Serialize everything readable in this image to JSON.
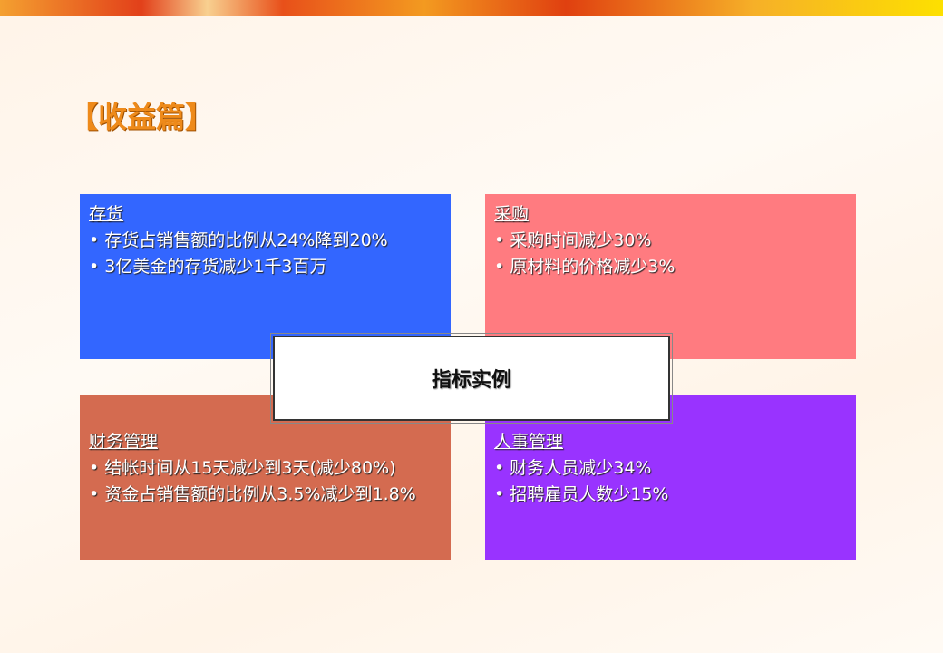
{
  "title": "【收益篇】",
  "center": "指标实例",
  "boxes": [
    {
      "heading": "存货",
      "items": [
        "存货占销售额的比例从24%降到20%",
        "3亿美金的存货减少1千3百万"
      ]
    },
    {
      "heading": "采购",
      "items": [
        "采购时间减少30%",
        "原材料的价格减少3%"
      ]
    },
    {
      "heading": "财务管理",
      "items": [
        "结帐时间从15天减少到3天(减少80%)",
        "资金占销售额的比例从3.5%减少到1.8%"
      ]
    },
    {
      "heading": "人事管理",
      "items": [
        "财务人员减少34%",
        "招聘雇员人数少15%"
      ]
    }
  ]
}
